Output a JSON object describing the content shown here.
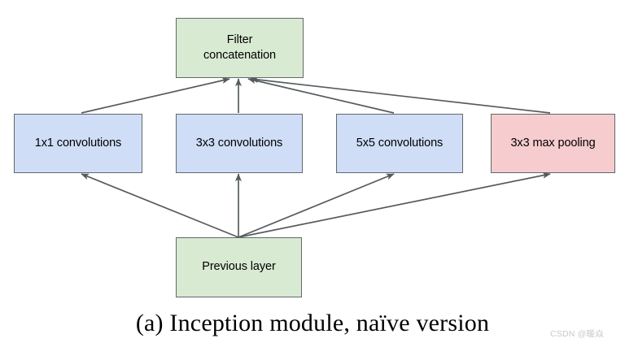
{
  "figure": {
    "caption": "(a) Inception module, naïve version",
    "watermark": "CSDN @暖焱",
    "background_color": "#ffffff"
  },
  "diagram": {
    "type": "flow-diagram",
    "edge_color": "#555b5e",
    "border_color": "#63686b",
    "palette": {
      "green": "#d9ead3",
      "blue": "#cfdef6",
      "pink": "#f6ccce"
    },
    "nodes": [
      {
        "id": "filter-concatenation",
        "label_line1": "Filter",
        "label_line2": "concatenation",
        "label": "Filter concatenation",
        "color": "green"
      },
      {
        "id": "conv-1x1",
        "label": "1x1 convolutions",
        "color": "blue"
      },
      {
        "id": "conv-3x3",
        "label": "3x3 convolutions",
        "color": "blue"
      },
      {
        "id": "conv-5x5",
        "label": "5x5 convolutions",
        "color": "blue"
      },
      {
        "id": "maxpool-3x3",
        "label": "3x3 max pooling",
        "color": "pink"
      },
      {
        "id": "previous-layer",
        "label": "Previous layer",
        "color": "green"
      }
    ],
    "edges": [
      {
        "from": "previous-layer",
        "to": "conv-1x1"
      },
      {
        "from": "previous-layer",
        "to": "conv-3x3"
      },
      {
        "from": "previous-layer",
        "to": "conv-5x5"
      },
      {
        "from": "previous-layer",
        "to": "maxpool-3x3"
      },
      {
        "from": "conv-1x1",
        "to": "filter-concatenation"
      },
      {
        "from": "conv-3x3",
        "to": "filter-concatenation"
      },
      {
        "from": "conv-5x5",
        "to": "filter-concatenation"
      },
      {
        "from": "maxpool-3x3",
        "to": "filter-concatenation"
      }
    ]
  }
}
